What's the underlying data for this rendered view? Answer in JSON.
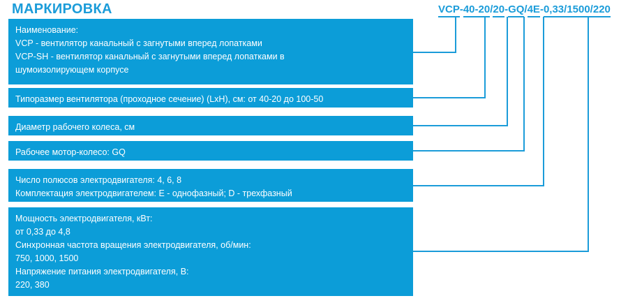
{
  "title": "МАРКИРОВКА",
  "code": {
    "full": "VCP-40-20/20-GQ/4E-0,33/1500/220",
    "segments": [
      {
        "text": "VCP",
        "sep": "-"
      },
      {
        "text": "40-20",
        "sep": "/"
      },
      {
        "text": "20",
        "sep": "-"
      },
      {
        "text": "GQ",
        "sep": "/"
      },
      {
        "text": "4E",
        "sep": "-"
      },
      {
        "text": "0,33/1500/220",
        "sep": ""
      }
    ]
  },
  "colors": {
    "accent": "#1B9CD9",
    "block_background": "#0C9DD8",
    "block_text": "#FFFFFF",
    "page_background": "#FFFFFF"
  },
  "blocks": [
    {
      "id": "name",
      "lines": [
        "Наименование:",
        "VCP - вентилятор канальный с загнутыми вперед лопатками",
        "VCP-SH - вентилятор канальный с загнутыми вперед лопатками в",
        "шумоизолирующем корпусе"
      ]
    },
    {
      "id": "size",
      "lines": [
        "Типоразмер вентилятора (проходное сечение) (LxH), см: от 40-20 до 100-50"
      ]
    },
    {
      "id": "impeller-diameter",
      "lines": [
        "Диаметр рабочего колеса, см"
      ]
    },
    {
      "id": "motor-wheel",
      "lines": [
        "Рабочее мотор-колесо: GQ"
      ]
    },
    {
      "id": "poles-phases",
      "lines": [
        "Число полюсов электродвигателя: 4, 6, 8",
        "Комплектация электродвигателем: E - однофазный; D - трехфазный"
      ]
    },
    {
      "id": "power-speed-voltage",
      "lines": [
        "Мощность электродвигателя, кВт:",
        "от 0,33 до 4,8",
        "Синхронная частота вращения электродвигателя, об/мин:",
        "750, 1000, 1500",
        "Напряжение питания электродвигателя, В:",
        "220, 380"
      ]
    }
  ]
}
